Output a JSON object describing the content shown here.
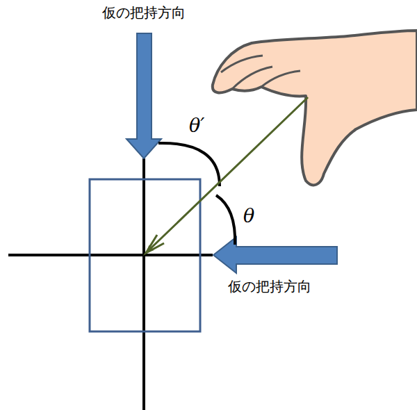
{
  "diagram": {
    "labels": [
      "仮の把持方向",
      "θ′",
      "θ",
      "仮の把持方向"
    ]
  }
}
